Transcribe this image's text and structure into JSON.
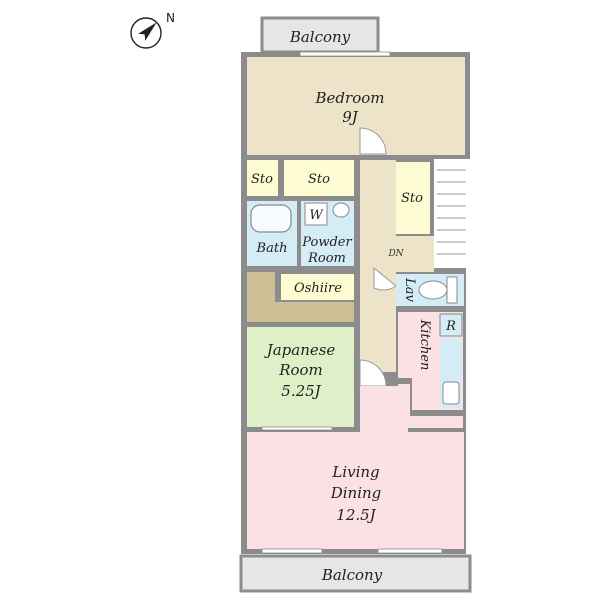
{
  "compass": {
    "label": "N",
    "icon": "north-arrow-icon"
  },
  "rooms": {
    "balcony_top": "Balcony",
    "bedroom": {
      "name": "Bedroom",
      "size": "9J"
    },
    "sto_1": "Sto",
    "sto_2": "Sto",
    "sto_3": "Sto",
    "washer": "W",
    "bath": "Bath",
    "powder": {
      "line1": "Powder",
      "line2": "Room"
    },
    "down": "DN",
    "oshiire": "Oshiire",
    "lav": "Lav",
    "kitchen": "Kitchen",
    "fridge": "R",
    "japanese": {
      "line1": "Japanese",
      "line2": "Room",
      "size": "5.25J"
    },
    "living": {
      "line1": "Living",
      "line2": "Dining",
      "size": "12.5J"
    },
    "balcony_bottom": "Balcony"
  },
  "colors": {
    "wall": "#8c8c8c",
    "bedroom": "#ede3c8",
    "storage": "#fdfcd2",
    "bath": "#d4ecf5",
    "japanese": "#dff0c8",
    "living": "#fbe1e4",
    "corridor": "#ede3c8",
    "tatami_alcove": "#cfbf97",
    "balcony": "#e6e6e6"
  }
}
